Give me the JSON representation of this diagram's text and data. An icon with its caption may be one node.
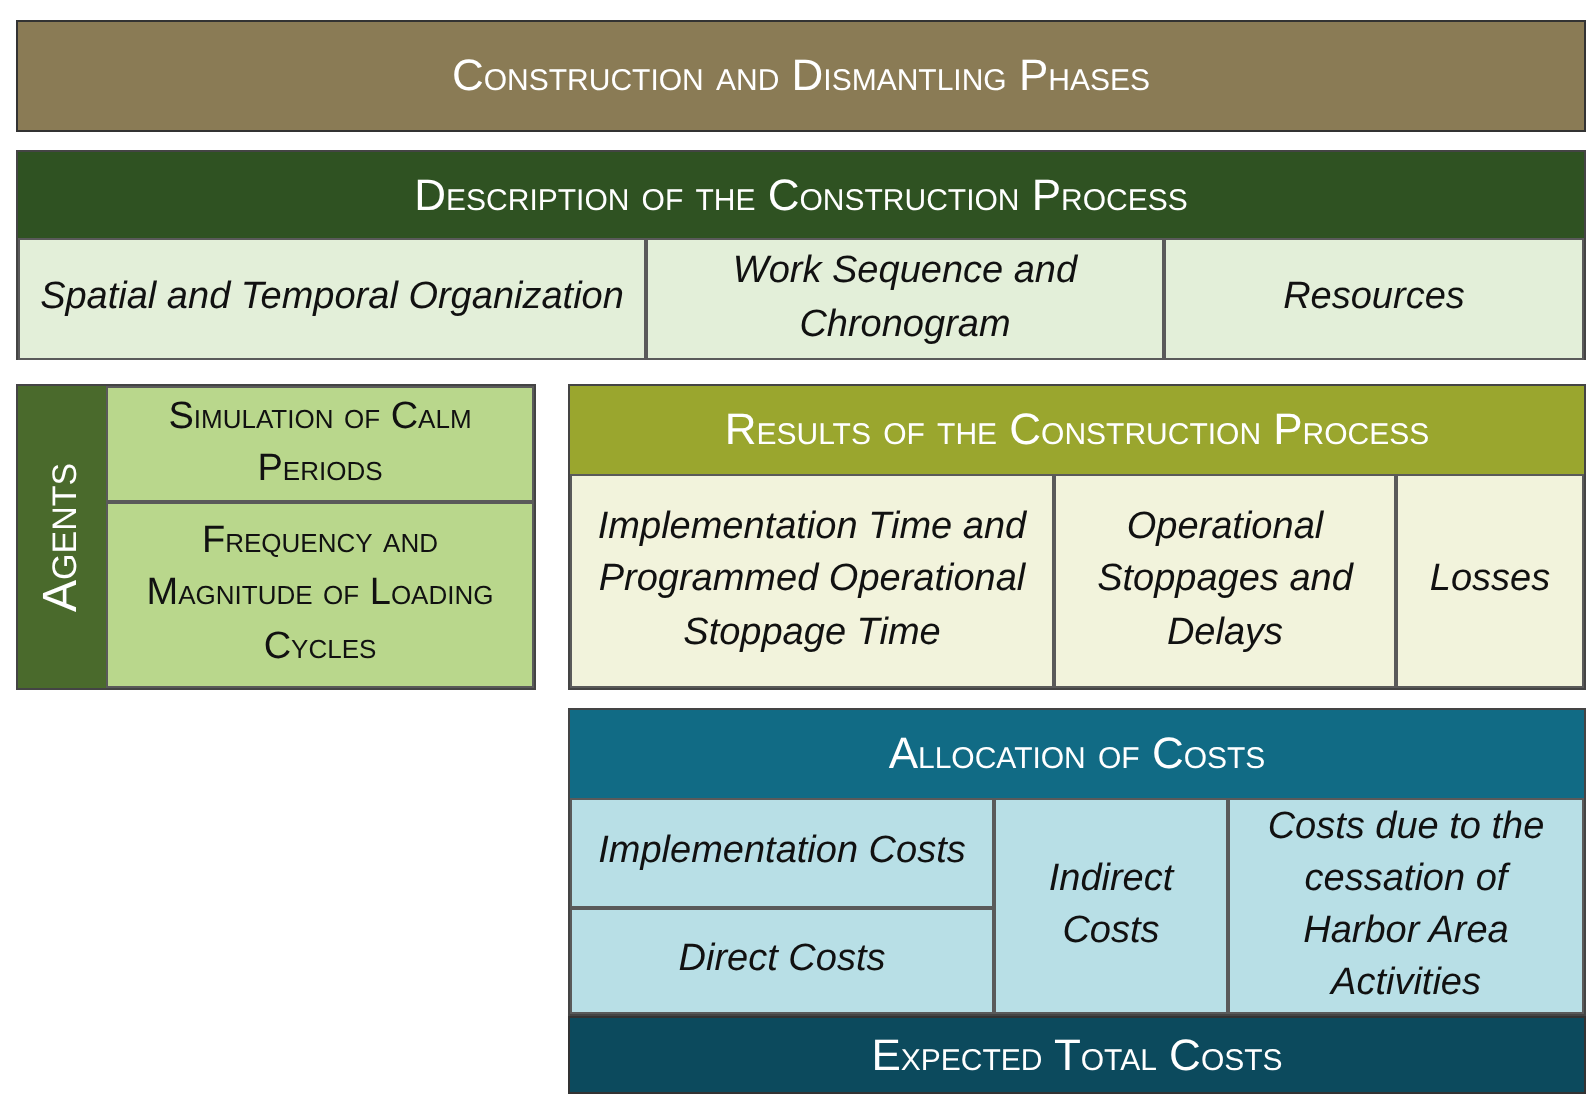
{
  "diagram": {
    "nodes": [
      {
        "text": [
          "Construction and Dismantling Phases"
        ]
      },
      {
        "text": [
          "Description of the Construction Process"
        ]
      },
      {
        "text": [
          "Spatial and Temporal Organization"
        ],
        "in": 1
      },
      {
        "text": [
          "Work Sequence and Chronogram"
        ],
        "in": 1
      },
      {
        "text": [
          "Resources"
        ],
        "in": 1
      },
      {
        "text": [
          "Agents"
        ]
      },
      {
        "text": [
          "Simulation of Calm Periods"
        ],
        "in": 5
      },
      {
        "text": [
          "Frequency and Magnitude of Loading Cycles"
        ],
        "in": 5
      },
      {
        "text": [
          "Results of the Construction Process"
        ]
      },
      {
        "text": [
          "Implementation Time and Programmed Operational Stoppage Time"
        ],
        "in": 8
      },
      {
        "text": [
          "Operational Stoppages and Delays"
        ],
        "in": 8
      },
      {
        "text": [
          "Losses"
        ],
        "in": 8
      },
      {
        "text": [
          "Allocation of Costs"
        ]
      },
      {
        "text": [
          "Implementation Costs"
        ],
        "in": 12
      },
      {
        "text": [
          "Direct Costs"
        ],
        "in": 12
      },
      {
        "text": [
          "Indirect Costs"
        ],
        "in": 12
      },
      {
        "text": [
          "Costs due to the cessation of Harbor Area Activities"
        ],
        "in": 12
      },
      {
        "text": [
          "Expected Total Costs"
        ]
      }
    ]
  }
}
